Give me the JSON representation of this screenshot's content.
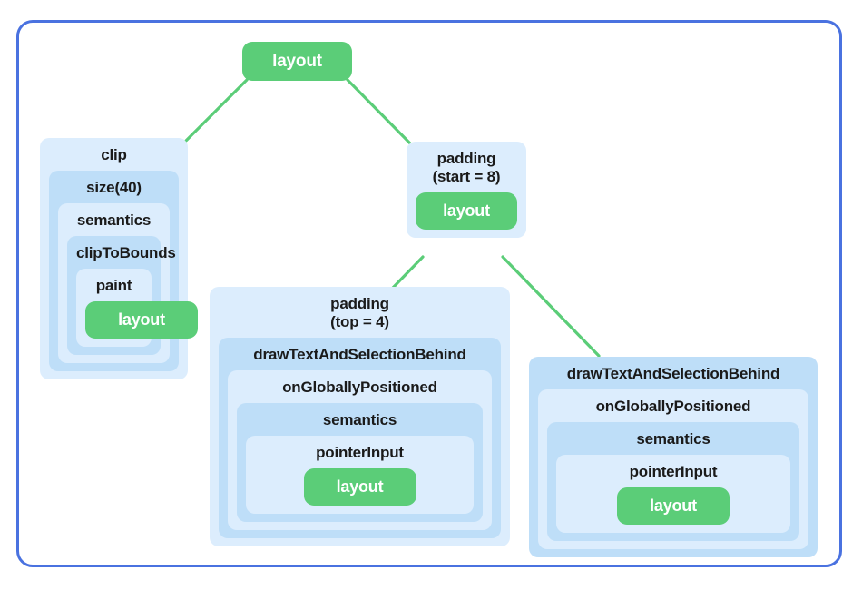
{
  "diagram": {
    "title": "compose-modifier-tree",
    "frame_color": "#4a72e0",
    "leaf_color": "#5bcd78",
    "wrapper_colors": [
      "#dcedfd",
      "#bedef8"
    ],
    "edge_color": "#5bcd78",
    "root": {
      "label": "layout"
    },
    "left_stack": {
      "labels": {
        "clip": "clip",
        "size": "size(40)",
        "semantics": "semantics",
        "clip_to_bounds": "clipToBounds",
        "paint": "paint",
        "layout": "layout"
      }
    },
    "padding_start": {
      "labels": {
        "padding_line1": "padding",
        "padding_line2": "(start = 8)",
        "layout": "layout"
      }
    },
    "padding_top_stack": {
      "labels": {
        "padding_line1": "padding",
        "padding_line2": "(top = 4)",
        "draw_text": "drawTextAndSelectionBehind",
        "on_globally_positioned": "onGloballyPositioned",
        "semantics": "semantics",
        "pointer_input": "pointerInput",
        "layout": "layout"
      }
    },
    "right_stack": {
      "labels": {
        "draw_text": "drawTextAndSelectionBehind",
        "on_globally_positioned": "onGloballyPositioned",
        "semantics": "semantics",
        "pointer_input": "pointerInput",
        "layout": "layout"
      }
    }
  }
}
